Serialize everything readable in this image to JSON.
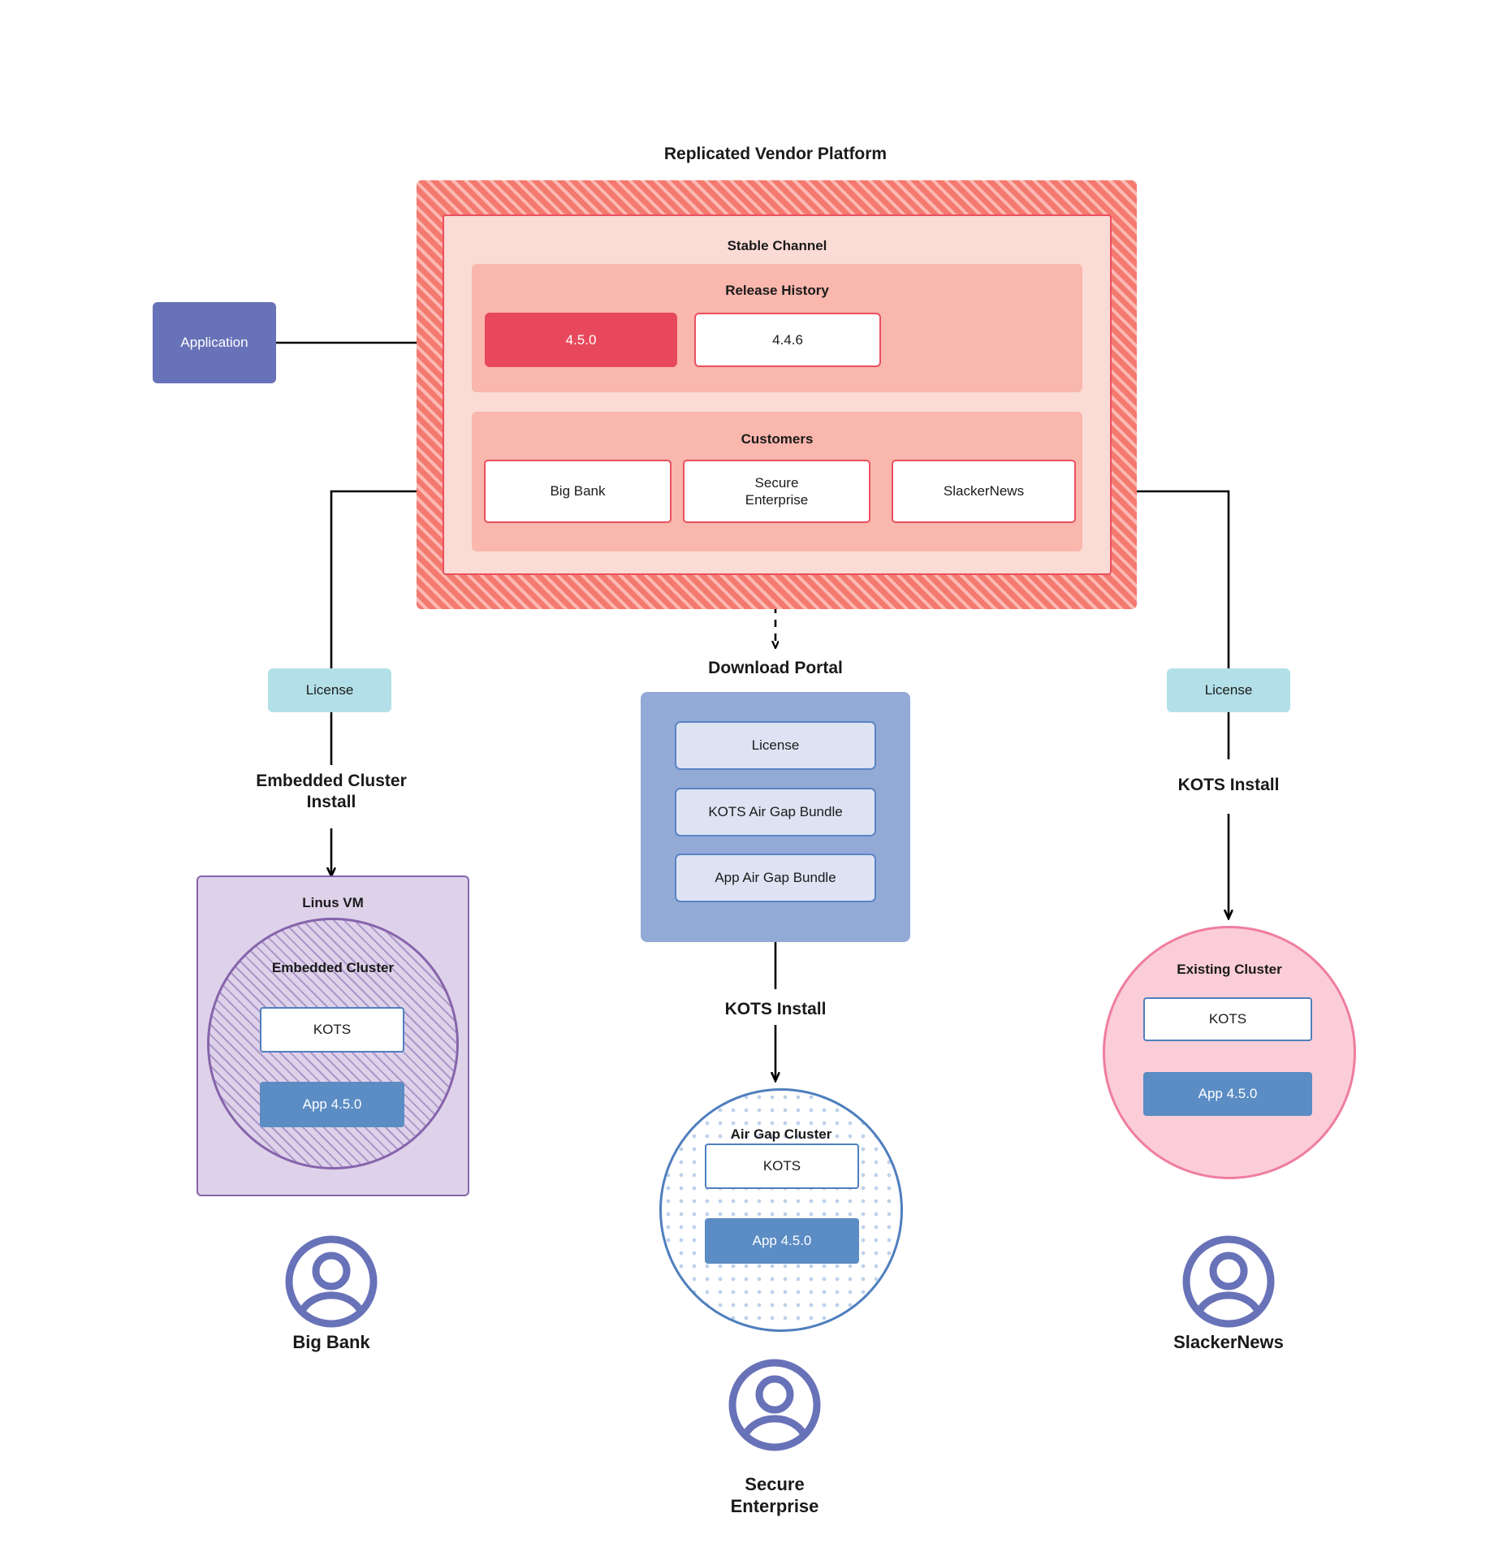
{
  "diagram": {
    "title": "Replicated Vendor Platform",
    "application": {
      "label": "Application"
    },
    "platform": {
      "channel": {
        "title": "Stable Channel"
      },
      "release_history": {
        "title": "Release History",
        "releases": [
          {
            "version": "4.5.0",
            "state": "current"
          },
          {
            "version": "4.4.6",
            "state": "previous"
          }
        ]
      },
      "customers": {
        "title": "Customers",
        "items": [
          {
            "name": "Big Bank"
          },
          {
            "name": "Secure\nEnterprise"
          },
          {
            "name": "SlackerNews"
          }
        ]
      }
    },
    "branches": {
      "left": {
        "license_label": "License",
        "install_label": "Embedded Cluster\nInstall",
        "host": {
          "title": "Linus VM"
        },
        "cluster": {
          "title": "Embedded Cluster",
          "kots_label": "KOTS",
          "app_label": "App 4.5.0"
        },
        "customer_label": "Big Bank"
      },
      "middle": {
        "portal_title": "Download  Portal",
        "portal_items": [
          {
            "label": "License"
          },
          {
            "label": "KOTS Air Gap Bundle"
          },
          {
            "label": "App Air Gap Bundle"
          }
        ],
        "install_label": "KOTS Install",
        "cluster": {
          "title": "Air Gap Cluster",
          "kots_label": "KOTS",
          "app_label": "App 4.5.0"
        },
        "customer_label": "Secure\nEnterprise"
      },
      "right": {
        "license_label": "License",
        "install_label": "KOTS Install",
        "cluster": {
          "title": "Existing Cluster",
          "kots_label": "KOTS",
          "app_label": "App 4.5.0"
        },
        "customer_label": "SlackerNews"
      }
    },
    "colors": {
      "platform_hatch": "#f4796f",
      "channel_fill": "#fbdbd6",
      "group_fill": "#f9b7ad",
      "release_current": "#e8485b",
      "application_fill": "#6872b8",
      "license_fill": "#b3e0e8",
      "portal_fill": "#93aad7",
      "portal_item_fill": "#dde3f3",
      "vm_fill": "#ddd2ea",
      "vm_stroke": "#8664ab",
      "airgap_stroke": "#4f7fbe",
      "existing_fill": "#fbcdd8",
      "existing_stroke": "#ef7d9f",
      "app_version_fill": "#5b8cc4",
      "avatar": "#6872b8",
      "connector": "#000000"
    }
  }
}
